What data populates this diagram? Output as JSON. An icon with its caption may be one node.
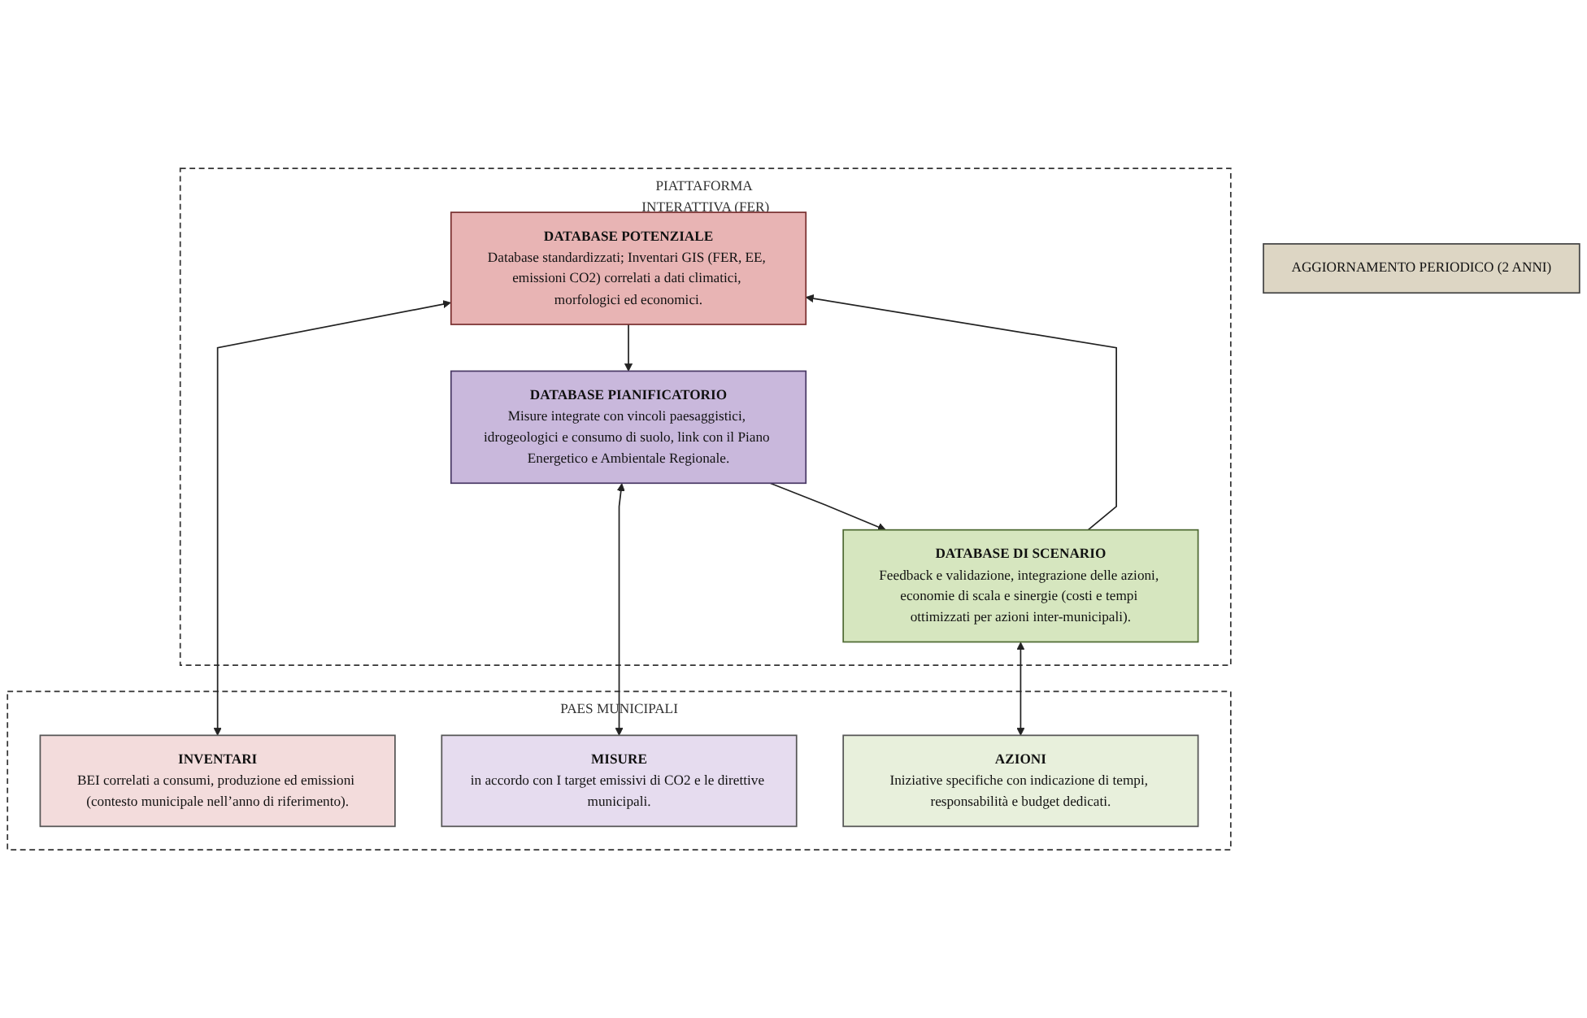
{
  "diagram": {
    "nodes": [
      {
        "text": [
          "PIATTAFORMA INTERATTIVA (FER)"
        ]
      },
      {
        "text": [
          "DATABASE POTENZIALE",
          "Database standardizzati; Inventari GIS (FER, EE, emissioni CO2) correlati a dati climatici, morfologici ed economici."
        ],
        "in": 0
      },
      {
        "text": [
          "DATABASE PIANIFICATORIO",
          "Misure integrate con vincoli paesaggistici, idrogeologici e consumo di suolo, link con il Piano Energetico e Ambientale Regionale."
        ],
        "in": 0
      },
      {
        "text": [
          "DATABASE DI SCENARIO",
          "Feedback e validazione, integrazione delle azioni, economie di scala e sinergie (costi e tempi ottimizzati per azioni inter-municipali)."
        ],
        "in": 0
      },
      {
        "text": [
          "PAES MUNICIPALI"
        ]
      },
      {
        "text": [
          "INVENTARI",
          "BEI correlati a consumi, produzione ed emissioni (contesto municipale nell’anno di riferimento)."
        ],
        "in": 4
      },
      {
        "text": [
          "MISURE",
          "in accordo con I target emissivi di CO2 e le direttive municipali."
        ],
        "in": 4
      },
      {
        "text": [
          "AZIONI",
          "Iniziative specifiche con indicazione di tempi, responsabilità e budget dedicati."
        ],
        "in": 4
      },
      {
        "text": [
          "AGGIORNAMENTO PERIODICO (2 ANNI)"
        ]
      }
    ],
    "edges": [
      {
        "from": 1,
        "to": 2,
        "arrow": "to"
      },
      {
        "from": 2,
        "to": 3,
        "arrow": "to"
      },
      {
        "from": 1,
        "to": 5,
        "arrow": "both"
      },
      {
        "from": 2,
        "to": 6,
        "arrow": "both"
      },
      {
        "from": 3,
        "to": 7,
        "arrow": "both"
      },
      {
        "from": 3,
        "to": 1,
        "arrow": "to"
      }
    ]
  }
}
